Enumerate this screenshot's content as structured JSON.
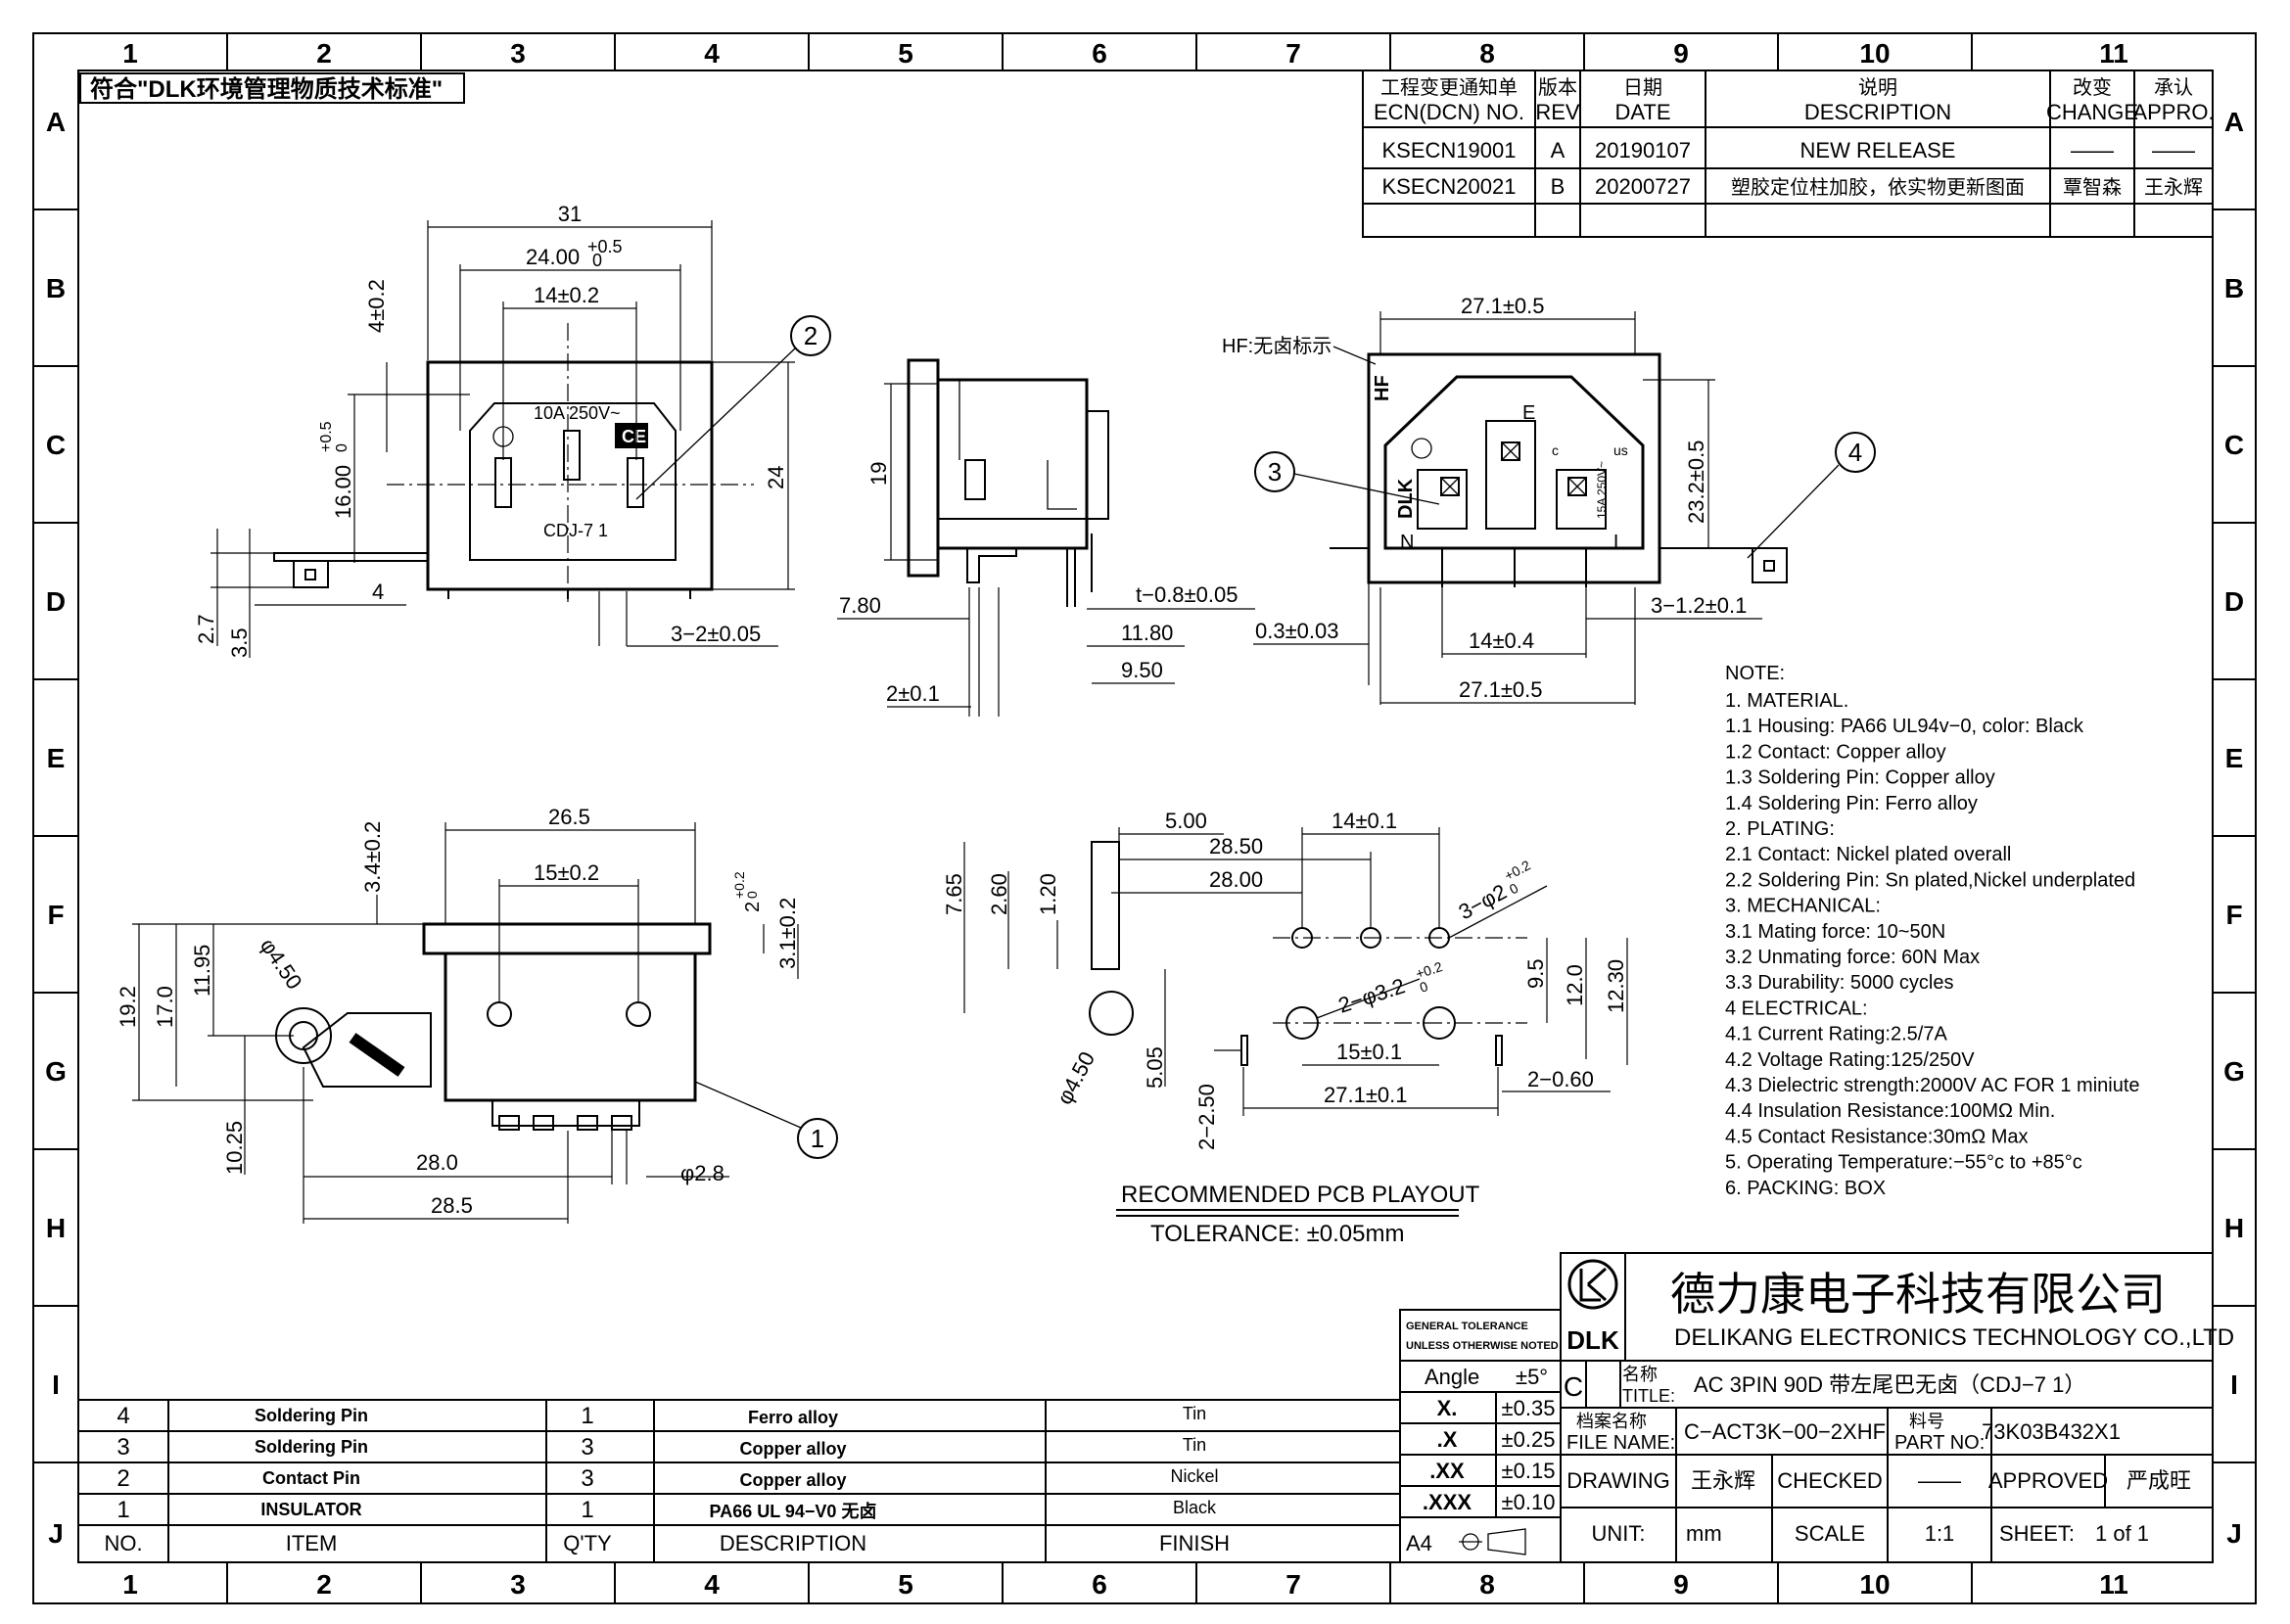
{
  "compliance_note": "符合\"DLK环境管理物质技术标准\"",
  "grid": {
    "columns": [
      "1",
      "2",
      "3",
      "4",
      "5",
      "6",
      "7",
      "8",
      "9",
      "10",
      "11"
    ],
    "rows": [
      "A",
      "B",
      "C",
      "D",
      "E",
      "F",
      "G",
      "H",
      "I",
      "J"
    ]
  },
  "revision_table": {
    "headers": [
      {
        "cn": "工程变更通知单",
        "en": "ECN(DCN) NO."
      },
      {
        "cn": "版本",
        "en": "REV"
      },
      {
        "cn": "日期",
        "en": "DATE"
      },
      {
        "cn": "说明",
        "en": "DESCRIPTION"
      },
      {
        "cn": "改变",
        "en": "CHANGE"
      },
      {
        "cn": "承认",
        "en": "APPRO."
      }
    ],
    "rows": [
      {
        "ecn": "KSECN19001",
        "rev": "A",
        "date": "20190107",
        "desc": "NEW RELEASE",
        "change": "——",
        "appro": "——"
      },
      {
        "ecn": "KSECN20021",
        "rev": "B",
        "date": "20200727",
        "desc": "塑胶定位柱加胶，依实物更新图面",
        "change": "覃智森",
        "appro": "王永辉"
      }
    ]
  },
  "front_view": {
    "dims": {
      "w31": "31",
      "w24": "24.00",
      "w24_tol_top": "+0.5",
      "w24_tol_bot": "0",
      "w14": "14±0.2",
      "h4": "4±0.2",
      "h16": "16.00",
      "h16_tol_top": "+0.5",
      "h16_tol_bot": "0",
      "h24": "24",
      "d27": "2.7",
      "d35": "3.5",
      "d4": "4",
      "pins": "3−2±0.05"
    },
    "labels": {
      "rating": "10A  250V~",
      "model": "CDJ-7 1",
      "ce": "CE"
    }
  },
  "side_view": {
    "dims": {
      "h19": "19",
      "d780": "7.80",
      "t08": "t−0.8±0.05",
      "d1180": "11.80",
      "d950": "9.50",
      "d2": "2±0.1"
    }
  },
  "back_view": {
    "dims": {
      "w271_top": "27.1±0.5",
      "h232": "23.2±0.5",
      "d03": "0.3±0.03",
      "w14": "14±0.4",
      "w271_bot": "27.1±0.5",
      "pins": "3−1.2±0.1"
    },
    "labels": {
      "hf_label": "HF:无卤标示",
      "hf": "HF",
      "e": "E",
      "n": "N",
      "l": "L",
      "dlk": "DLK",
      "ul_c": "c",
      "ul_us": "us",
      "rating": "15A 250V~"
    }
  },
  "bottom_view": {
    "dims": {
      "w265": "26.5",
      "h34": "3.4±0.2",
      "w15": "15±0.2",
      "h2": "2",
      "h2_tol_top": "+0.2",
      "h2_tol_bot": "0",
      "h31": "3.1±0.2",
      "hole": "φ4.50",
      "h192": "19.2",
      "h170": "17.0",
      "h1195": "11.95",
      "h1025": "10.25",
      "w280": "28.0",
      "w285": "28.5",
      "pin_d": "φ2.8"
    }
  },
  "pcb_layout": {
    "dims": {
      "w500": "5.00",
      "w14": "14±0.1",
      "w2850": "28.50",
      "w2800": "28.00",
      "h765": "7.65",
      "h260": "2.60",
      "h120": "1.20",
      "holes3": "3−φ2",
      "holes3_tol_top": "+0.2",
      "holes3_tol_bot": "0",
      "holes2": "2−φ3.2",
      "holes2_tol_top": "+0.2",
      "holes2_tol_bot": "0",
      "h95": "9.5",
      "h120b": "12.0",
      "h1230": "12.30",
      "w15": "15±0.1",
      "w271": "27.1±0.1",
      "slot": "2−0.60",
      "slot2": "2−2.50",
      "d450": "φ4.50",
      "h505": "5.05"
    },
    "title": "RECOMMENDED PCB PLAYOUT",
    "tolerance": "TOLERANCE: ±0.05mm"
  },
  "callouts": [
    "1",
    "2",
    "3",
    "4"
  ],
  "notes": {
    "title": "NOTE:",
    "lines": [
      "1.  MATERIAL.",
      "1.1  Housing:  PA66  UL94v−0,  color:  Black",
      "1.2  Contact:  Copper  alloy",
      "1.3  Soldering  Pin:  Copper  alloy",
      "1.4  Soldering  Pin:    Ferro  alloy",
      "2.  PLATING:",
      "2.1  Contact:  Nickel  plated  overall",
      "2.2  Soldering  Pin:  Sn  plated,Nickel  underplated",
      "3.    MECHANICAL:",
      "3.1  Mating  force:  10~50N",
      "3.2  Unmating  force:  60N  Max",
      "3.3  Durability:  5000  cycles",
      "4    ELECTRICAL:",
      "4.1  Current  Rating:2.5/7A",
      "4.2  Voltage  Rating:125/250V",
      "4.3  Dielectric  strength:2000V  AC  FOR  1  miniute",
      "4.4  Insulation  Resistance:100MΩ  Min.",
      "4.5  Contact  Resistance:30mΩ  Max",
      "5.  Operating  Temperature:−55°c  to  +85°c",
      "6.  PACKING:  BOX"
    ]
  },
  "bom": {
    "headers": {
      "no": "NO.",
      "item": "ITEM",
      "qty": "Q'TY",
      "desc": "DESCRIPTION",
      "finish": "FINISH"
    },
    "rows": [
      {
        "no": "4",
        "item": "Soldering  Pin",
        "qty": "1",
        "desc": "Ferro  alloy",
        "finish": "Tin"
      },
      {
        "no": "3",
        "item": "Soldering  Pin",
        "qty": "3",
        "desc": "Copper  alloy",
        "finish": "Tin"
      },
      {
        "no": "2",
        "item": "Contact  Pin",
        "qty": "3",
        "desc": "Copper  alloy",
        "finish": "Nickel"
      },
      {
        "no": "1",
        "item": "INSULATOR",
        "qty": "1",
        "desc": "PA66  UL  94−V0  无卤",
        "finish": "Black"
      }
    ]
  },
  "tolerance_block": {
    "line1": "GENERAL  TOLERANCE",
    "line2": "UNLESS  OTHERWISE  NOTED",
    "angle": "Angle",
    "angle_val": "±5°",
    "rows": [
      {
        "k": "X.",
        "v": "±0.35"
      },
      {
        "k": ".X",
        "v": "±0.25"
      },
      {
        "k": ".XX",
        "v": "±0.15"
      },
      {
        "k": ".XXX",
        "v": "±0.10"
      }
    ],
    "paper": "A4"
  },
  "title_block": {
    "company_cn": "德力康电子科技有限公司",
    "company_en": "DELIKANG  ELECTRONICS  TECHNOLOGY  CO.,LTD",
    "logo_text": "DLK",
    "rev": "C",
    "title_cn": "名称",
    "title_en": "TITLE:",
    "title_value": "AC  3PIN  90D  带左尾巴无卤（CDJ−7 1）",
    "filename_cn": "档案名称",
    "filename_en": "FILE  NAME:",
    "filename_value": "C−ACT3K−00−2XHF",
    "part_cn": "料号",
    "part_en": "PART  NO:",
    "part_value": "73K03B432X1",
    "drawing": "DRAWING",
    "drawing_by": "王永辉",
    "checked": "CHECKED",
    "checked_by": "——",
    "approved": "APPROVED",
    "approved_by": "严成旺",
    "unit": "UNIT:",
    "unit_value": "mm",
    "scale": "SCALE",
    "scale_value": "1:1",
    "sheet": "SHEET:",
    "sheet_value": "1  of  1"
  }
}
